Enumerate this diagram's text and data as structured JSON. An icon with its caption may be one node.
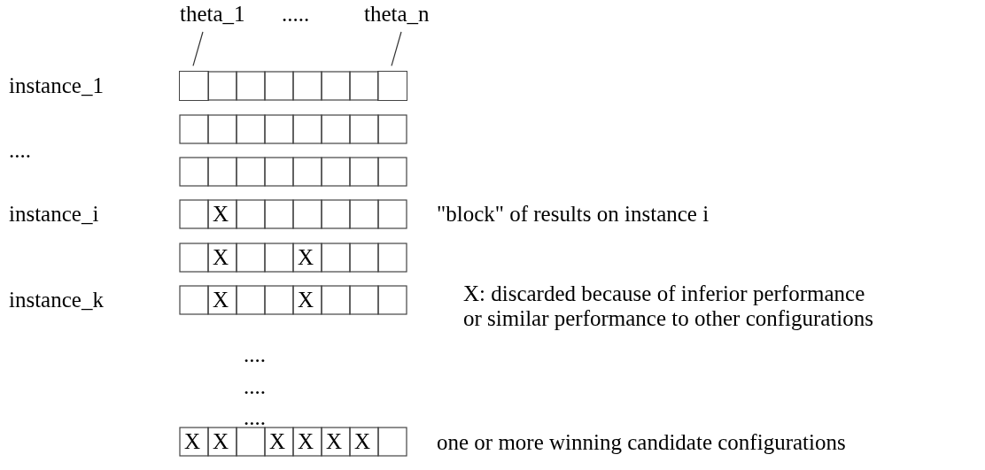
{
  "diagram": {
    "nodes": [
      {
        "text": [
          "theta_1"
        ]
      },
      {
        "text": [
          "theta_n"
        ]
      },
      {
        "text": [],
        "shape": "box"
      },
      {
        "text": [],
        "shape": "box"
      }
    ],
    "edges": [
      {
        "from": 0,
        "to": 2,
        "arrow": "none"
      },
      {
        "from": 1,
        "to": 3,
        "arrow": "none"
      }
    ],
    "labels": [
      ".....",
      "instance_1",
      "....",
      "instance_i",
      "X",
      "\"block\" of results on instance i",
      "X",
      "X",
      "instance_k",
      "X",
      "X",
      "X: discarded because of inferior performance or similar performance to other configurations",
      "....",
      "....",
      "....",
      "X",
      "X",
      "X",
      "X",
      "X",
      "X",
      "one or more winning candidate configurations"
    ]
  }
}
